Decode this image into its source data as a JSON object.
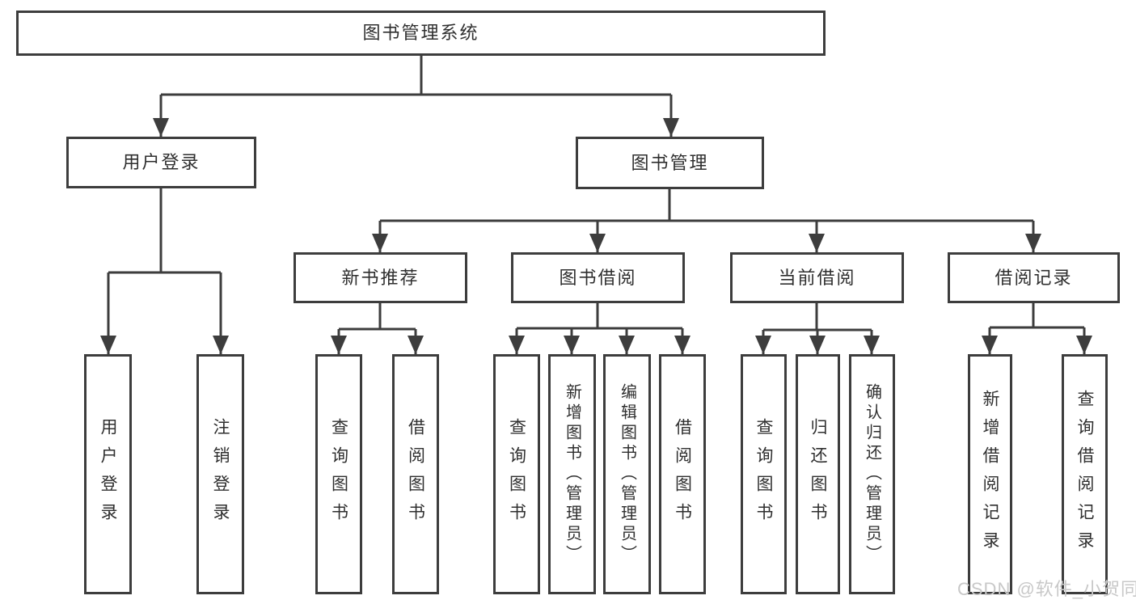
{
  "tree": {
    "root": {
      "label": "图书管理系统",
      "children": [
        {
          "label": "用户登录",
          "children": [
            {
              "label": "用户登录"
            },
            {
              "label": "注销登录"
            }
          ]
        },
        {
          "label": "图书管理",
          "children": [
            {
              "label": "新书推荐",
              "children": [
                {
                  "label": "查询图书"
                },
                {
                  "label": "借阅图书"
                }
              ]
            },
            {
              "label": "图书借阅",
              "children": [
                {
                  "label": "查询图书"
                },
                {
                  "label": "新增图书（管理员）"
                },
                {
                  "label": "编辑图书（管理员）"
                },
                {
                  "label": "借阅图书"
                }
              ]
            },
            {
              "label": "当前借阅",
              "children": [
                {
                  "label": "查询图书"
                },
                {
                  "label": "归还图书"
                },
                {
                  "label": "确认归还（管理员）"
                }
              ]
            },
            {
              "label": "借阅记录",
              "children": [
                {
                  "label": "新增借阅记录"
                },
                {
                  "label": "查询借阅记录"
                }
              ]
            }
          ]
        }
      ]
    }
  },
  "colors": {
    "line": "#3d3d3d",
    "text": "#2f2f2f",
    "watermark_text": "#c8c8c8"
  },
  "watermark": {
    "text": "CSDN @软件_小贺同学"
  }
}
